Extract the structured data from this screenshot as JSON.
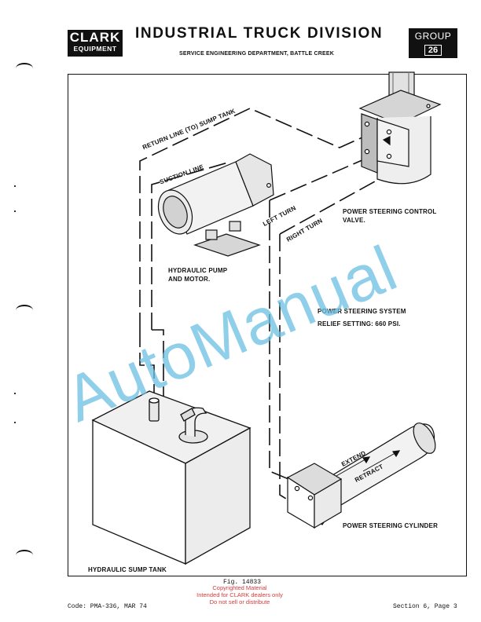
{
  "header": {
    "logo_top": "CLARK",
    "logo_bottom": "EQUIPMENT",
    "division": "INDUSTRIAL TRUCK DIVISION",
    "department": "SERVICE ENGINEERING DEPARTMENT, BATTLE CREEK",
    "group_label": "GROUP",
    "group_number": "26"
  },
  "diagram": {
    "return_line": "RETURN LINE (TO) SUMP TANK",
    "suction_line": "SUCTION LINE",
    "left_turn": "LEFT TURN",
    "right_turn": "RIGHT TURN",
    "control_valve_1": "POWER STEERING CONTROL",
    "control_valve_2": "VALVE.",
    "pump_1": "HYDRAULIC PUMP",
    "pump_2": "AND MOTOR.",
    "system_1": "POWER STEERING SYSTEM",
    "system_2": "RELIEF SETTING: 660 PSI.",
    "extend": "EXTEND",
    "retract": "RETRACT",
    "cylinder": "POWER STEERING CYLINDER",
    "sump_tank": "HYDRAULIC SUMP TANK"
  },
  "watermark": "AutoManual",
  "footer": {
    "figure": "Fig. 14833",
    "copyright_1": "Copyrighted Material",
    "copyright_2": "Intended for CLARK dealers only",
    "copyright_3": "Do not sell or distribute",
    "code": "Code: PMA-336, MAR 74",
    "section": "Section 6, Page 3"
  }
}
